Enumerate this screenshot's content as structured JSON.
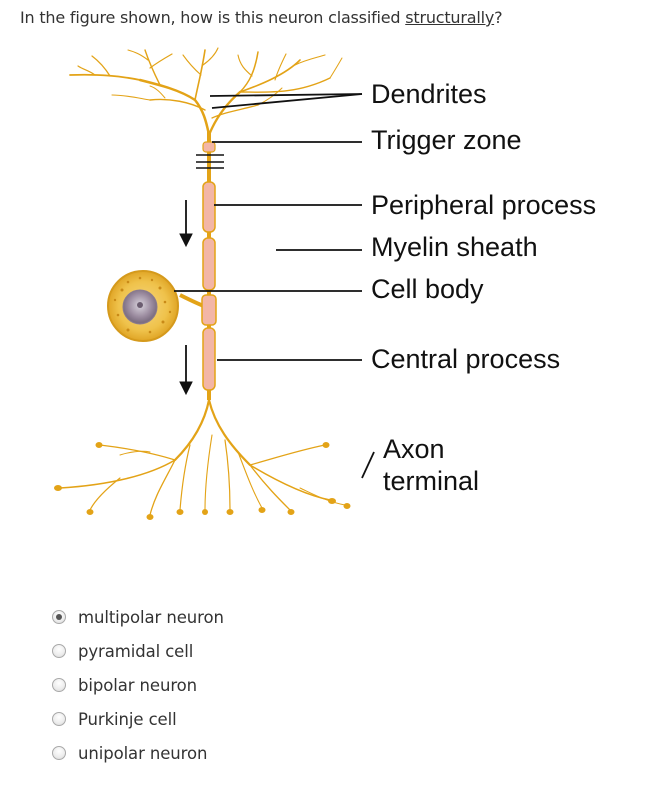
{
  "question": {
    "prefix": "In the figure shown, how is this neuron classified ",
    "emphasis": "structurally",
    "suffix": "?"
  },
  "figure": {
    "labels": {
      "dendrites": "Dendrites",
      "trigger_zone": "Trigger zone",
      "peripheral_process": "Peripheral process",
      "myelin_sheath": "Myelin sheath",
      "cell_body": "Cell body",
      "central_process": "Central process",
      "axon_terminal_line1": "Axon",
      "axon_terminal_line2": "terminal"
    },
    "colors": {
      "axon": "#e3a317",
      "myelin": "#f3b6a6",
      "soma": "#efc24b",
      "nucleus": "#9a8a9e",
      "leader": "#111111"
    }
  },
  "options": [
    {
      "label": "multipolar neuron",
      "selected": true
    },
    {
      "label": "pyramidal cell",
      "selected": false
    },
    {
      "label": "bipolar neuron",
      "selected": false
    },
    {
      "label": "Purkinje cell",
      "selected": false
    },
    {
      "label": "unipolar neuron",
      "selected": false
    }
  ]
}
